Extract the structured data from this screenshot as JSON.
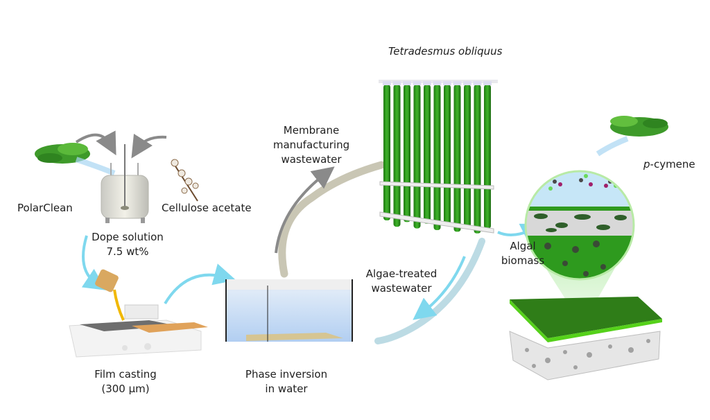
{
  "labels": {
    "polarclean": "PolarClean",
    "cellulose_acetate": "Cellulose acetate",
    "dope_solution_line1": "Dope solution",
    "dope_solution_line2": "7.5 wt%",
    "film_casting_line1": "Film casting",
    "film_casting_line2": "(300 μm)",
    "phase_inversion_line1": "Phase inversion",
    "phase_inversion_line2": "in water",
    "membrane_ww_line1": "Membrane",
    "membrane_ww_line2": "manufacturing",
    "membrane_ww_line3": "wastewater",
    "species": "Tetradesmus obliquus",
    "algae_treated_line1": "Algae-treated",
    "algae_treated_line2": "wastewater",
    "algal_biomass_line1": "Algal",
    "algal_biomass_line2": "biomass",
    "p_cymene_prefix": "p",
    "p_cymene_suffix": "-cymene"
  },
  "colors": {
    "arrow_gray": "#8a8a8a",
    "arrow_cyan": "#7fd8ee",
    "algae_green": "#2e9a1e",
    "bright_green": "#55d11a",
    "water_blue": "#bcd7f5",
    "dope_tan": "#d9a860"
  }
}
